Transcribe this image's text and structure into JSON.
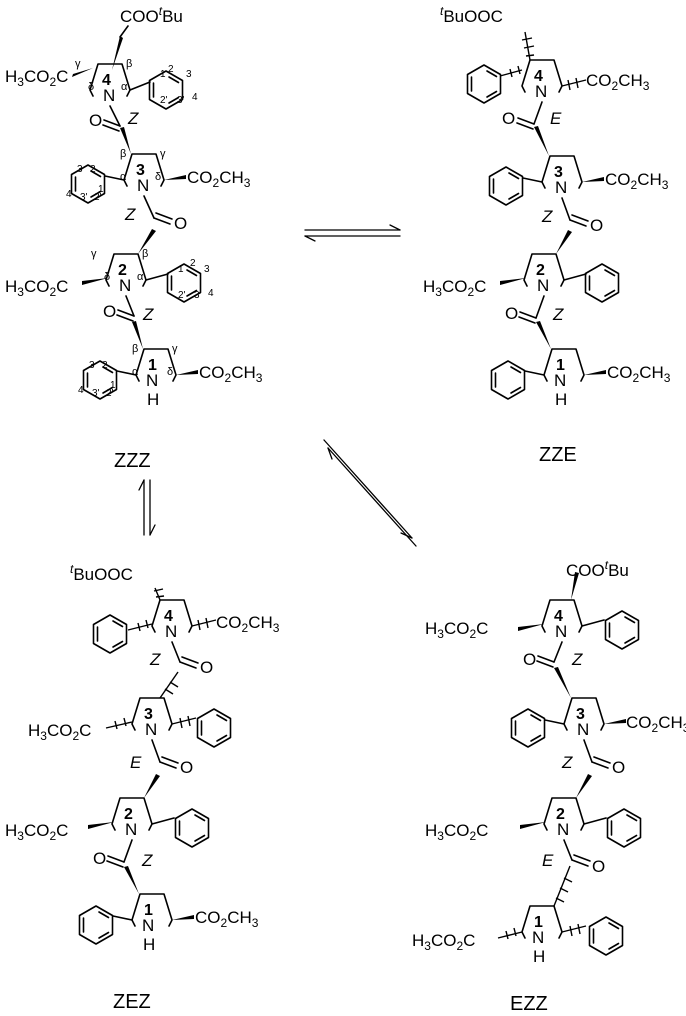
{
  "captions": {
    "zzz": "ZZZ",
    "zze": "ZZE",
    "zez": "ZEZ",
    "ezz": "EZZ"
  },
  "labels": {
    "ester_left": "H3CO2C",
    "ester_right": "CO2CH3",
    "tbu_left": "tBuOOC",
    "tbu_right": "COOtBu",
    "amine_n": "N",
    "amine_nh": "NH",
    "amine_h": "H",
    "carbonyl_o": "O",
    "ring_1": "1",
    "ring_2": "2",
    "ring_3": "3",
    "ring_4": "4",
    "amide_z": "Z",
    "amide_e": "E"
  },
  "greek": {
    "alpha": "α",
    "beta": "β",
    "gamma": "γ",
    "delta": "δ"
  },
  "phenyl_positions": {
    "p1": "1",
    "p2": "2",
    "p3": "3",
    "p4": "4",
    "p2p": "2'",
    "p3p": "3'"
  },
  "arrows": [
    "equilibrium-zzz-zze",
    "equilibrium-zzz-zez",
    "equilibrium-zzz-ezz"
  ]
}
